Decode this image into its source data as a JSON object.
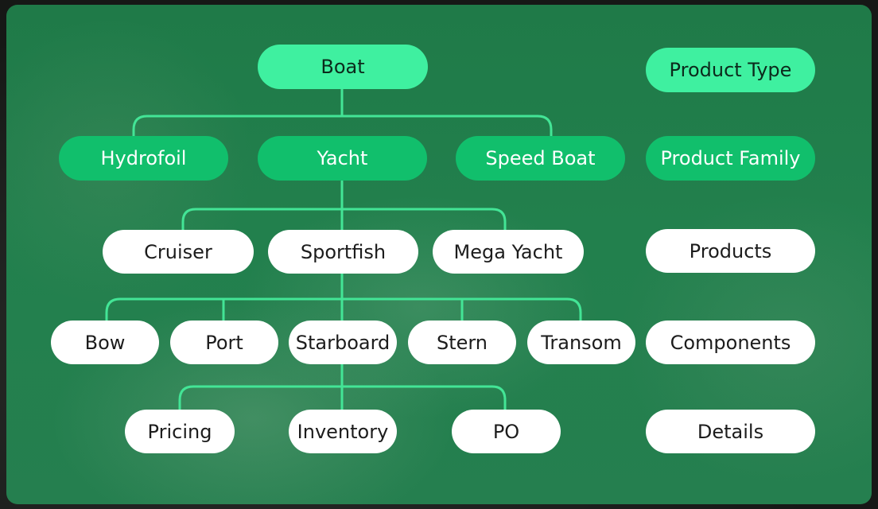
{
  "colors": {
    "type_fill": "#3ff0a0",
    "family_fill": "#11bf6c",
    "white_fill": "#ffffff",
    "connector": "#43e596",
    "panel": "#22804d"
  },
  "tree": {
    "root": "Boat",
    "families": [
      "Hydrofoil",
      "Yacht",
      "Speed Boat"
    ],
    "products": [
      "Cruiser",
      "Sportfish",
      "Mega Yacht"
    ],
    "components": [
      "Bow",
      "Port",
      "Starboard",
      "Stern",
      "Transom"
    ],
    "details": [
      "Pricing",
      "Inventory",
      "PO"
    ]
  },
  "levels": [
    "Product Type",
    "Product Family",
    "Products",
    "Components",
    "Details"
  ]
}
